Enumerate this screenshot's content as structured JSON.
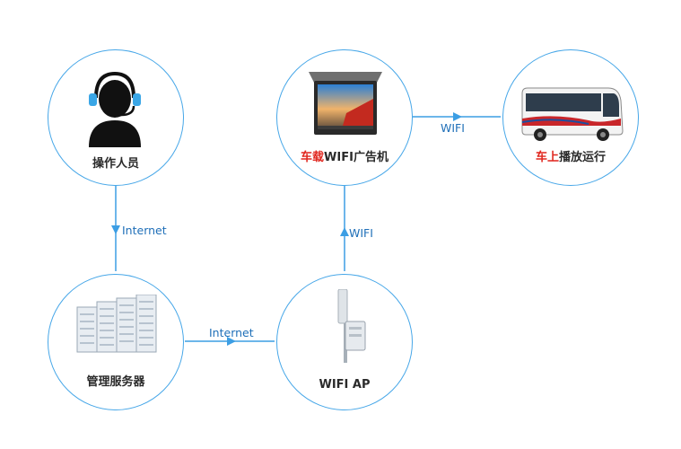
{
  "nodes": {
    "operator": {
      "label": "操作人员"
    },
    "server": {
      "label": "管理服务器"
    },
    "wifi_ap": {
      "label": "WIFI AP"
    },
    "ad_player": {
      "label_red": "车载",
      "label_rest": "WIFI广告机"
    },
    "bus": {
      "label_red": "车上",
      "label_rest": "播放运行"
    }
  },
  "edges": {
    "operator_to_server": "Internet",
    "server_to_ap": "Internet",
    "ap_to_player": "WIFI",
    "player_to_bus": "WIFI"
  },
  "colors": {
    "circle_border": "#47a7e8",
    "connector": "#3c9ee4",
    "edge_text": "#1f6fb8",
    "highlight_text": "#e0261e"
  },
  "icons": {
    "operator": "headset-person-icon",
    "server": "server-rack-icon",
    "wifi_ap": "wifi-antenna-icon",
    "ad_player": "bus-screen-icon",
    "bus": "bus-icon"
  }
}
